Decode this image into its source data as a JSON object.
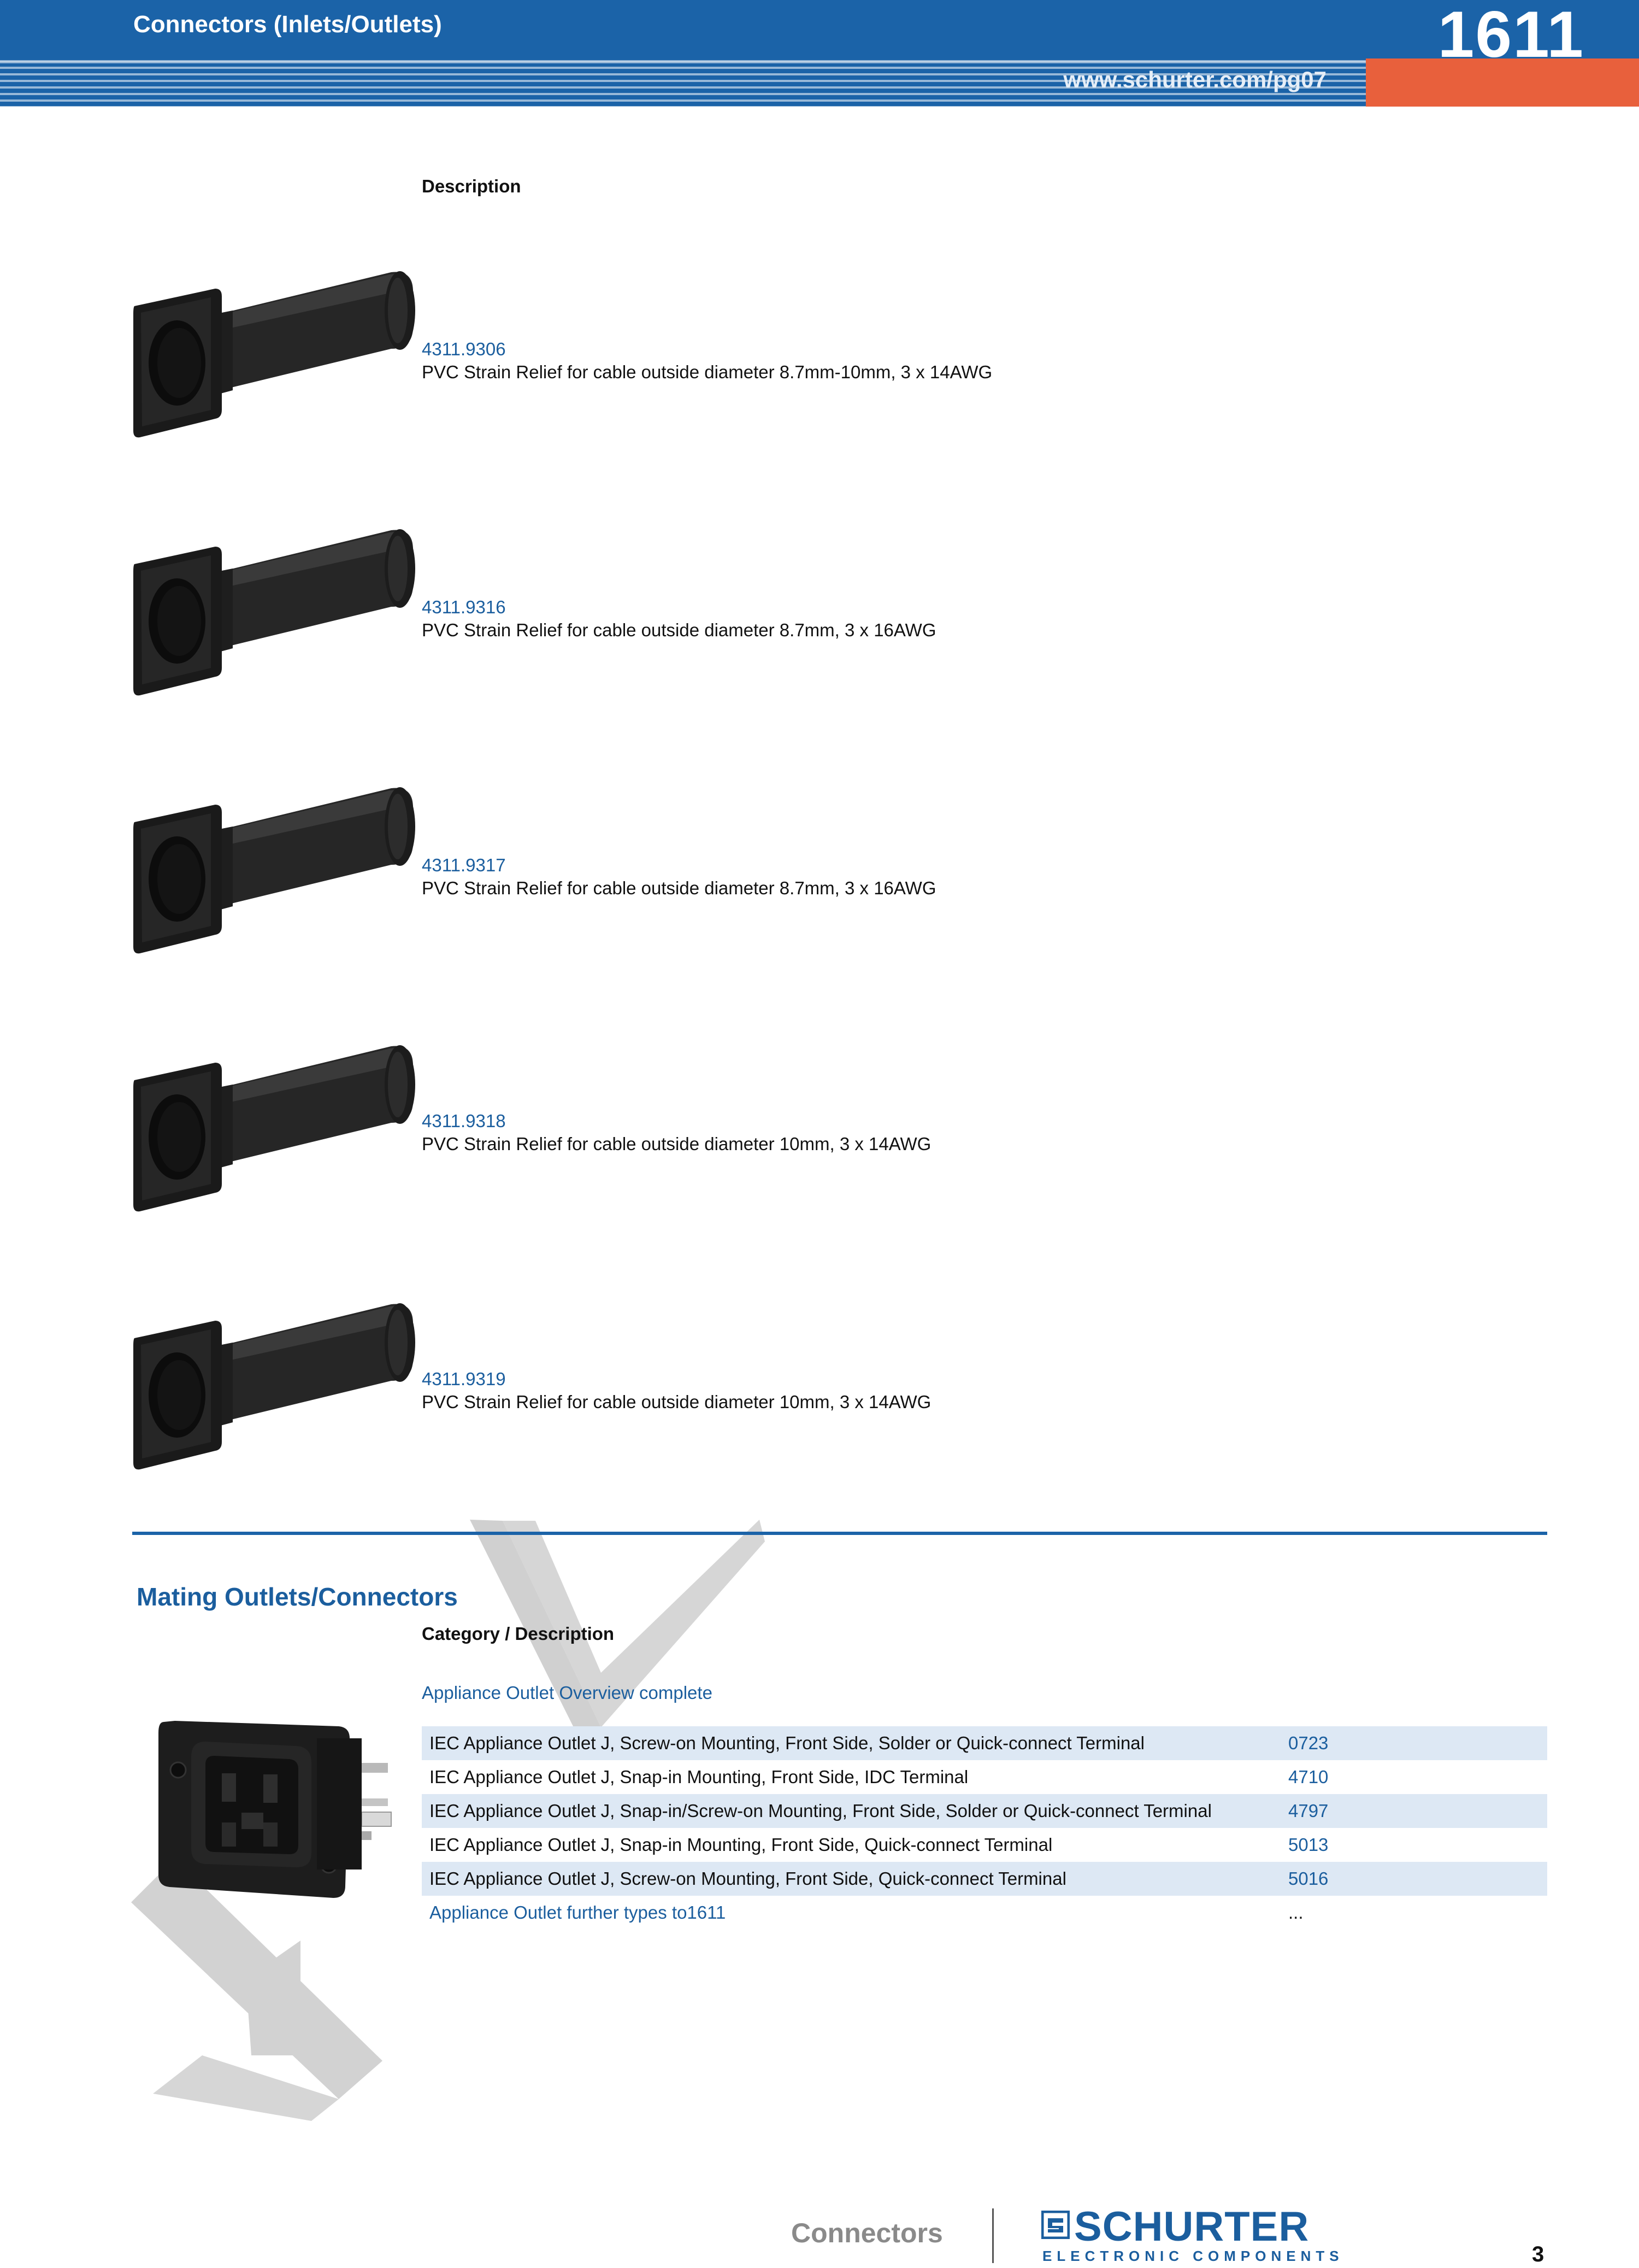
{
  "header": {
    "title": "Connectors (Inlets/Outlets)",
    "number": "1611",
    "url": "www.schurter.com/pg07"
  },
  "description_section": {
    "heading": "Description",
    "products": [
      {
        "code": "4311.9306",
        "description": "PVC Strain Relief for cable outside diameter 8.7mm-10mm, 3 x 14AWG"
      },
      {
        "code": "4311.9316",
        "description": "PVC Strain Relief for cable outside diameter 8.7mm, 3 x 16AWG"
      },
      {
        "code": "4311.9317",
        "description": "PVC Strain Relief for cable outside diameter 8.7mm, 3 x 16AWG"
      },
      {
        "code": "4311.9318",
        "description": "PVC Strain Relief for cable outside diameter 10mm, 3 x 14AWG"
      },
      {
        "code": "4311.9319",
        "description": "PVC Strain Relief for cable outside diameter 10mm, 3 x 14AWG"
      }
    ]
  },
  "mating_section": {
    "title": "Mating Outlets/Connectors",
    "heading": "Category / Description",
    "overview_link": "Appliance Outlet Overview complete",
    "rows": [
      {
        "description": "IEC Appliance Outlet J, Screw-on Mounting, Front Side, Solder or Quick-connect Terminal",
        "code": "0723"
      },
      {
        "description": "IEC Appliance Outlet J, Snap-in Mounting, Front Side, IDC Terminal",
        "code": "4710"
      },
      {
        "description": "IEC Appliance Outlet J, Snap-in/Screw-on Mounting, Front Side, Solder or Quick-connect Terminal",
        "code": "4797"
      },
      {
        "description": "IEC Appliance Outlet J, Snap-in Mounting, Front Side, Quick-connect Terminal",
        "code": "5013"
      },
      {
        "description": "IEC Appliance Outlet J, Screw-on Mounting, Front Side, Quick-connect Terminal",
        "code": "5016"
      },
      {
        "description": "Appliance Outlet further types to1611",
        "code": "..."
      }
    ]
  },
  "footer": {
    "label": "Connectors",
    "brand": "SCHURTER",
    "brand_sub": "ELECTRONIC COMPONENTS",
    "page": "3"
  },
  "colors": {
    "header_blue": "#1b63a8",
    "accent_orange": "#e8603c",
    "link_blue": "#1b5e9e",
    "row_shade": "#dde8f4"
  },
  "icons": {
    "product_image": "strain-relief-image",
    "outlet_image": "iec-outlet-image",
    "logo": "schurter-logo-icon"
  }
}
